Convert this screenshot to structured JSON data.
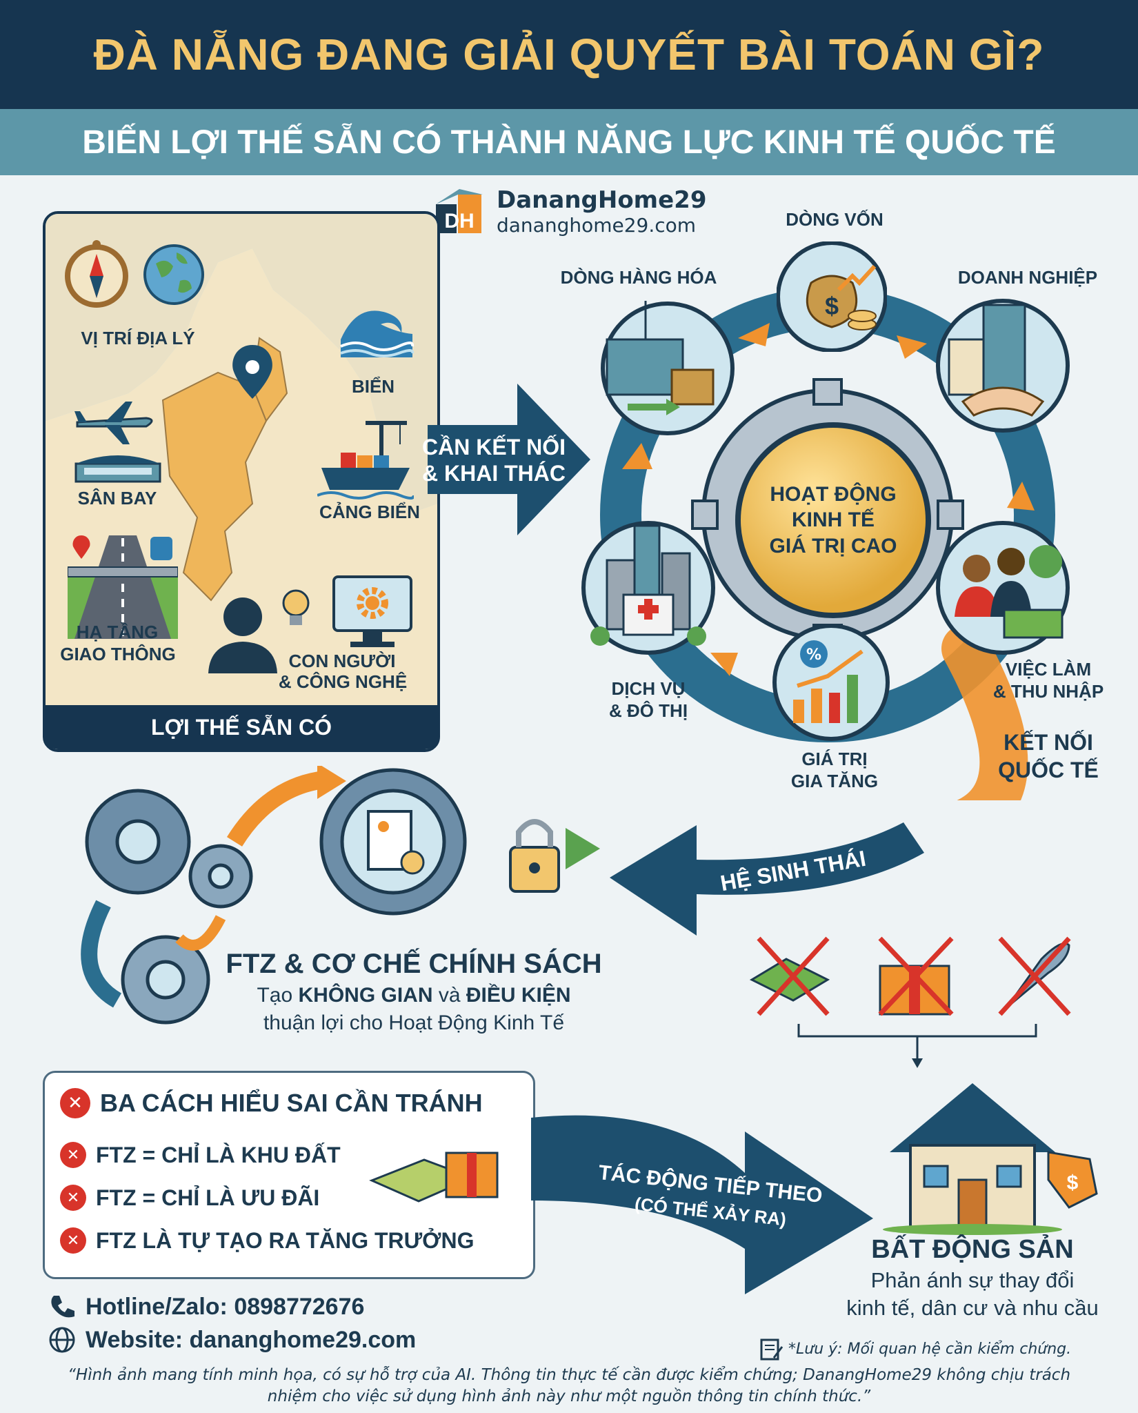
{
  "header": {
    "title": "ĐÀ NẴNG ĐANG GIẢI QUYẾT BÀI TOÁN GÌ?",
    "subtitle": "BIẾN LỢI THẾ SẴN CÓ THÀNH NĂNG LỰC KINH TẾ QUỐC TẾ"
  },
  "brand": {
    "logo_text": "DH",
    "name": "DanangHome29",
    "url": "dananghome29.com"
  },
  "advantages": {
    "items": {
      "location": "VỊ TRÍ ĐỊA LÝ",
      "sea": "BIỂN",
      "airport": "SÂN BAY",
      "port": "CẢNG BIỂN",
      "transport_1": "HẠ TẦNG",
      "transport_2": "GIAO THÔNG",
      "people_1": "CON NGƯỜI",
      "people_2": "& CÔNG NGHỆ"
    },
    "footer": "LỢI THẾ SẴN CÓ"
  },
  "connect_arrow": {
    "line1": "CẦN KẾT NỐI",
    "line2": "& KHAI THÁC"
  },
  "cycle": {
    "center_1": "HOẠT ĐỘNG",
    "center_2": "KINH TẾ",
    "center_3": "GIÁ TRỊ CAO",
    "capital": "DÒNG VỐN",
    "goods": "DÒNG HÀNG HÓA",
    "business": "DOANH NGHIỆP",
    "jobs_1": "VIỆC LÀM",
    "jobs_2": "& THU NHẬP",
    "value_1": "GIÁ TRỊ",
    "value_2": "GIA TĂNG",
    "services_1": "DỊCH VỤ",
    "services_2": "& ĐÔ THỊ",
    "intl_1": "KẾT NỐI",
    "intl_2": "QUỐC TẾ",
    "ecosystem": "HỆ SINH THÁI"
  },
  "ftz": {
    "title": "FTZ & CƠ CHẾ CHÍNH SÁCH",
    "desc_pre": "Tạo ",
    "desc_b1": "KHÔNG GIAN",
    "desc_mid": " và ",
    "desc_b2": "ĐIỀU KIỆN",
    "desc_line2": "thuận lợi cho Hoạt Động Kinh Tế"
  },
  "myths": {
    "title": "BA CÁCH HIỂU SAI CẦN TRÁNH",
    "items": [
      "FTZ = CHỈ LÀ KHU ĐẤT",
      "FTZ = CHỈ LÀ ƯU ĐÃI",
      "FTZ LÀ TỰ TẠO RA TĂNG TRƯỞNG"
    ]
  },
  "next_arrow": {
    "line1": "TÁC ĐỘNG TIẾP THEO",
    "line2": "(CÓ THỂ XẢY RA)"
  },
  "real_estate": {
    "title": "BẤT ĐỘNG SẢN",
    "line1": "Phản ánh sự thay đổi",
    "line2": "kinh tế, dân cư và nhu cầu"
  },
  "contact": {
    "hotline": "Hotline/Zalo: 0898772676",
    "website": "Website: dananghome29.com"
  },
  "note": "*Lưu ý: Mối quan hệ cần kiểm chứng.",
  "disclaimer": {
    "line1": "“Hình ảnh mang tính minh họa, có sự hỗ trợ của AI. Thông tin thực tế cần được kiểm chứng; DanangHome29 không chịu trách",
    "line2": "nhiệm cho việc sử dụng hình ảnh này như một nguồn thông tin chính thức.”"
  },
  "colors": {
    "navy": "#163550",
    "gold": "#f2c66d",
    "teal": "#5d97a8",
    "orange": "#f0922e",
    "red": "#d8342a"
  }
}
